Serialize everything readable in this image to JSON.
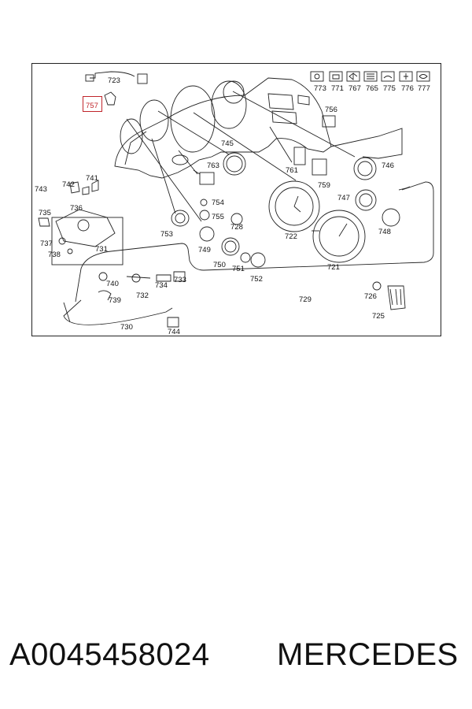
{
  "diagram": {
    "highlight_color": "#c0252b",
    "highlighted_callout": "757",
    "callouts": [
      "723",
      "757",
      "756",
      "745",
      "763",
      "761",
      "759",
      "746",
      "747",
      "748",
      "741",
      "742",
      "743",
      "736",
      "735",
      "737",
      "738",
      "731",
      "753",
      "754",
      "755",
      "728",
      "749",
      "750",
      "751",
      "752",
      "722",
      "721",
      "740",
      "739",
      "732",
      "734",
      "733",
      "729",
      "726",
      "725",
      "730",
      "744"
    ],
    "symbol_callouts": [
      "773",
      "771",
      "767",
      "765",
      "775",
      "776",
      "777"
    ],
    "symbol_icons": [
      "brake-warning-icon",
      "battery-charge-icon",
      "turn-signal-icon",
      "high-beam-icon",
      "oil-level-icon",
      "coolant-icon",
      "glow-plug-icon"
    ]
  },
  "footer": {
    "part_number": "A0045458024",
    "brand": "MERCEDES"
  }
}
